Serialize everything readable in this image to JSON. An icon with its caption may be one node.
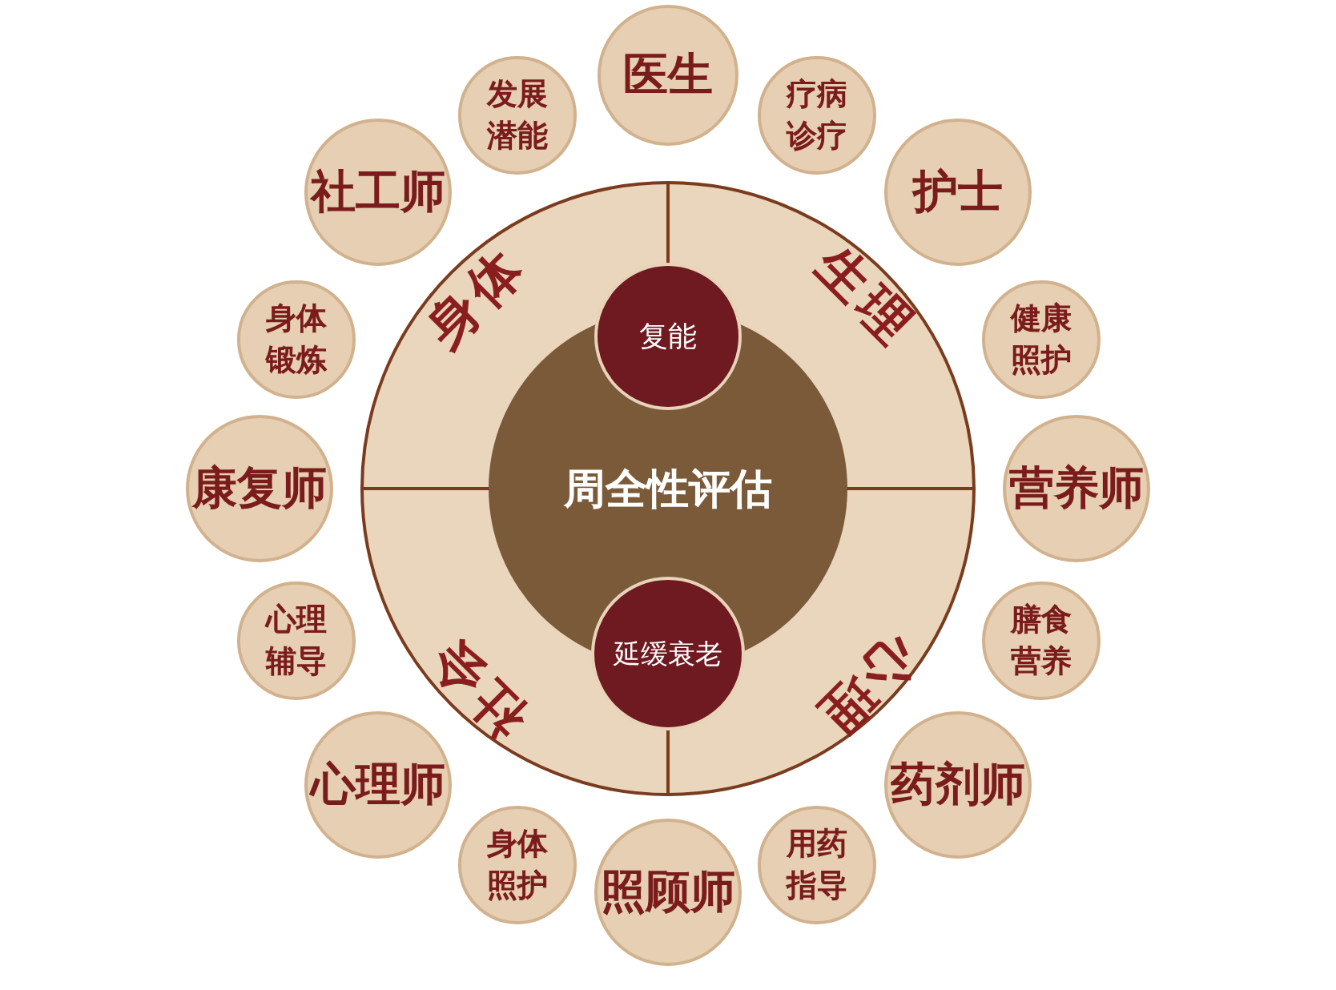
{
  "diagram": {
    "nodes": [
      {
        "text": [
          "身体",
          "生理",
          "心理",
          "社会"
        ]
      },
      {
        "text": [
          "周全性评估"
        ],
        "in": 0
      },
      {
        "text": [
          "复能"
        ],
        "in": 0
      },
      {
        "text": [
          "延缓衰老"
        ],
        "in": 0
      },
      {
        "text": [
          "医生"
        ]
      },
      {
        "text": [
          "疗病诊疗"
        ]
      },
      {
        "text": [
          "护士"
        ]
      },
      {
        "text": [
          "健康照护"
        ]
      },
      {
        "text": [
          "营养师"
        ]
      },
      {
        "text": [
          "膳食营养"
        ]
      },
      {
        "text": [
          "药剂师"
        ]
      },
      {
        "text": [
          "用药指导"
        ]
      },
      {
        "text": [
          "照顾师"
        ]
      },
      {
        "text": [
          "身体照护"
        ]
      },
      {
        "text": [
          "心理师"
        ]
      },
      {
        "text": [
          "心理辅导"
        ]
      },
      {
        "text": [
          "康复师"
        ]
      },
      {
        "text": [
          "身体锻炼"
        ]
      },
      {
        "text": [
          "社工师"
        ]
      },
      {
        "text": [
          "发展潜能"
        ]
      }
    ],
    "edges": []
  }
}
